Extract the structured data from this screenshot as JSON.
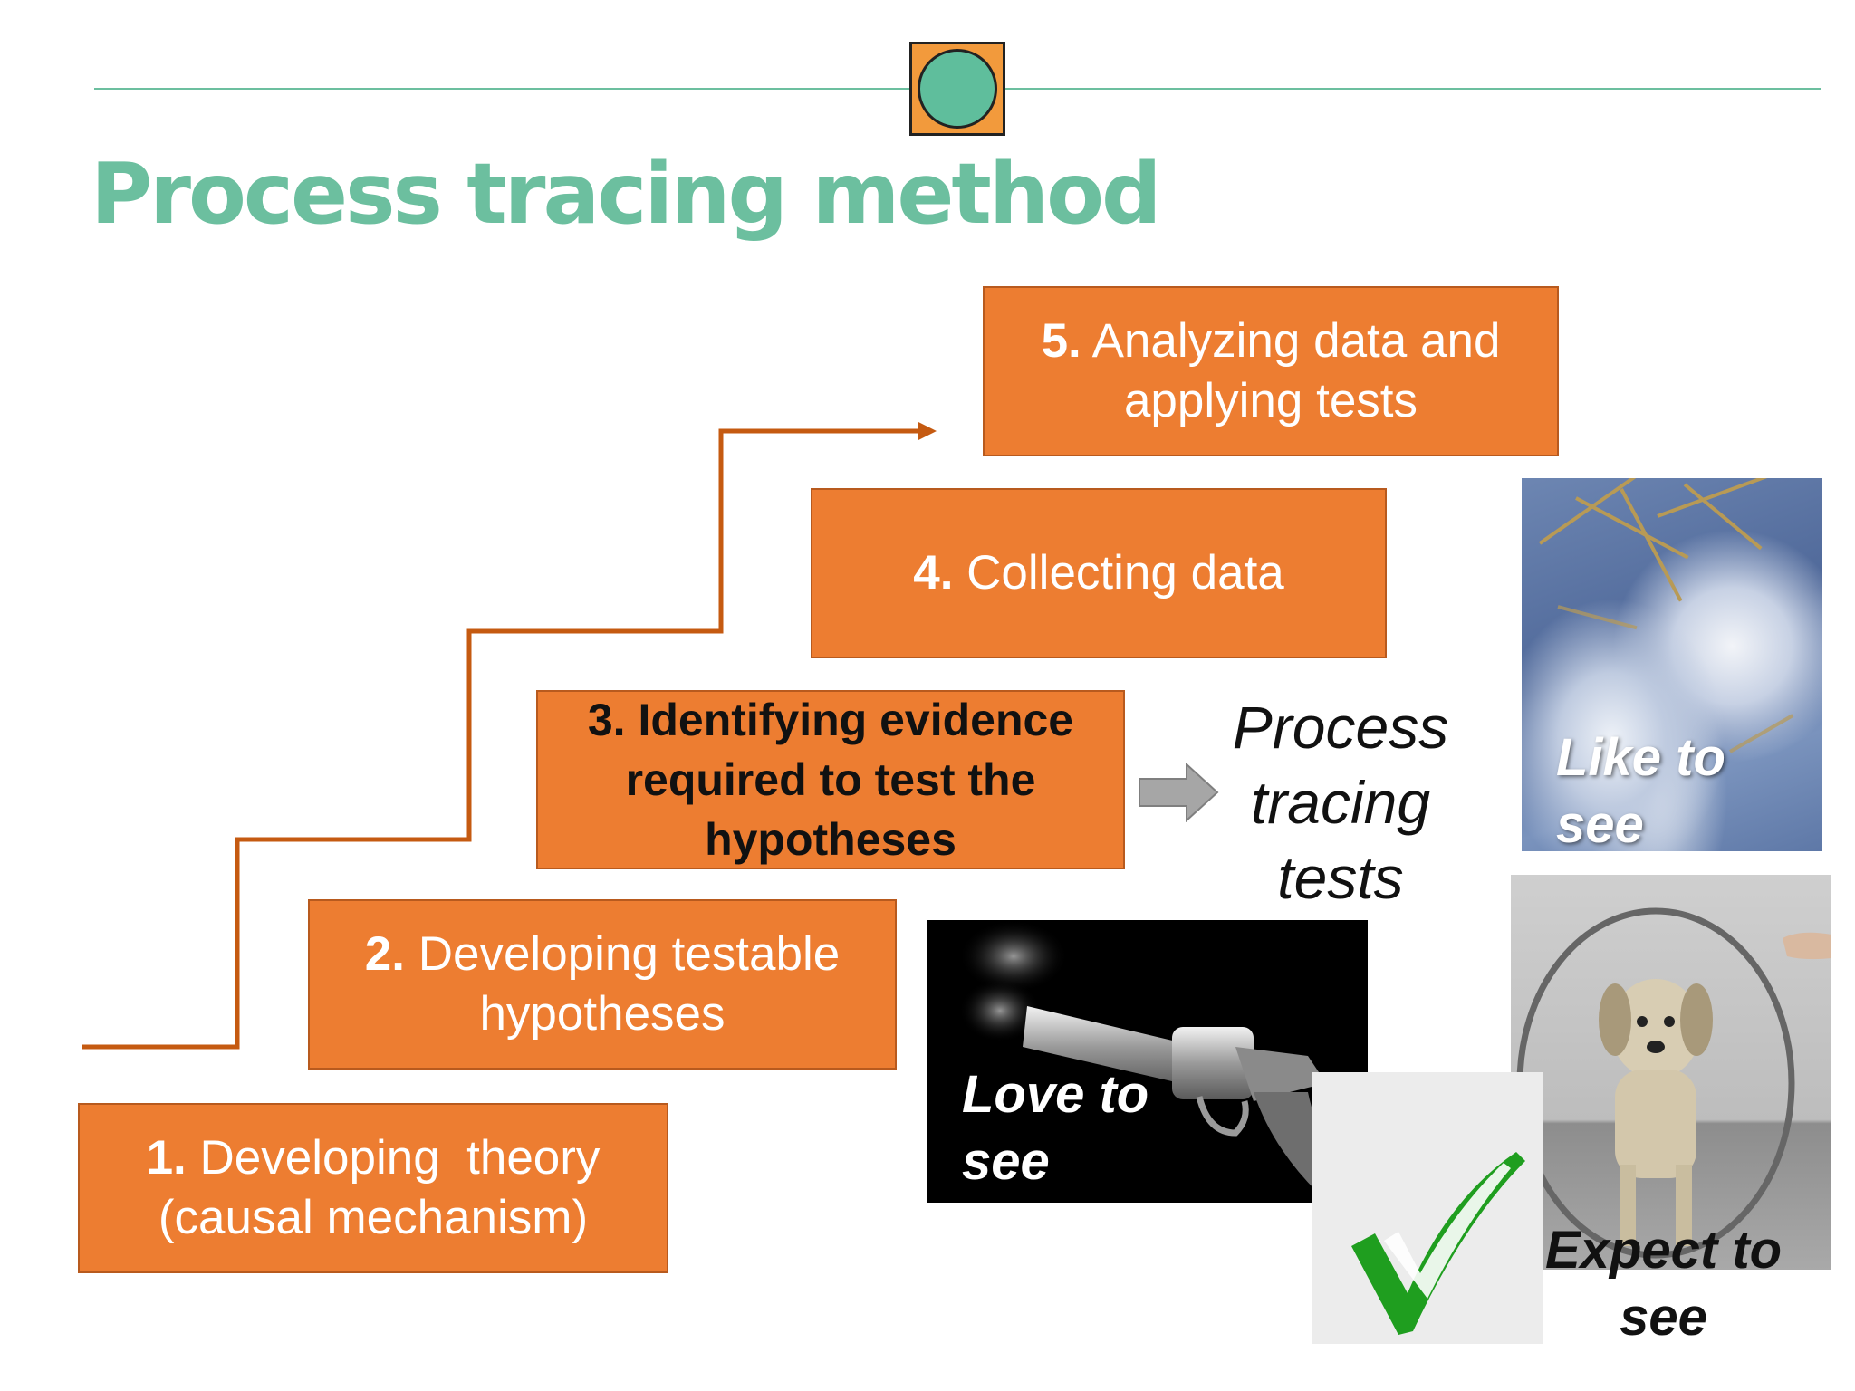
{
  "title": "Process tracing method",
  "colors": {
    "accent_green": "#6cbf9f",
    "step_orange": "#ed7d31",
    "staircase_line": "#c55a11",
    "badge_orange": "#f29a3c",
    "check_green": "#1f9e1f"
  },
  "steps": [
    {
      "number": "1.",
      "line1": "Developing  theory",
      "line2": "(causal mechanism)"
    },
    {
      "number": "2.",
      "line1": "Developing testable",
      "line2": "hypotheses"
    },
    {
      "line1": "3. Identifying evidence",
      "line2": "required to test the",
      "line3": "hypotheses"
    },
    {
      "number": "4.",
      "line1": "Collecting data"
    },
    {
      "number": "5.",
      "line1": "Analyzing data and",
      "line2": "applying tests"
    }
  ],
  "tests_label": {
    "line1": "Process",
    "line2": "tracing",
    "line3": "tests"
  },
  "images": {
    "like": {
      "icon": "sky-reflection-photo",
      "line1": "Like to",
      "line2": "see"
    },
    "love": {
      "icon": "smoking-gun-photo",
      "line1": "Love to",
      "line2": "see"
    },
    "expect": {
      "icon": "dog-hoop-photo",
      "line1": "Expect to",
      "line2": "see"
    },
    "check": {
      "icon": "checkmark-icon"
    }
  }
}
